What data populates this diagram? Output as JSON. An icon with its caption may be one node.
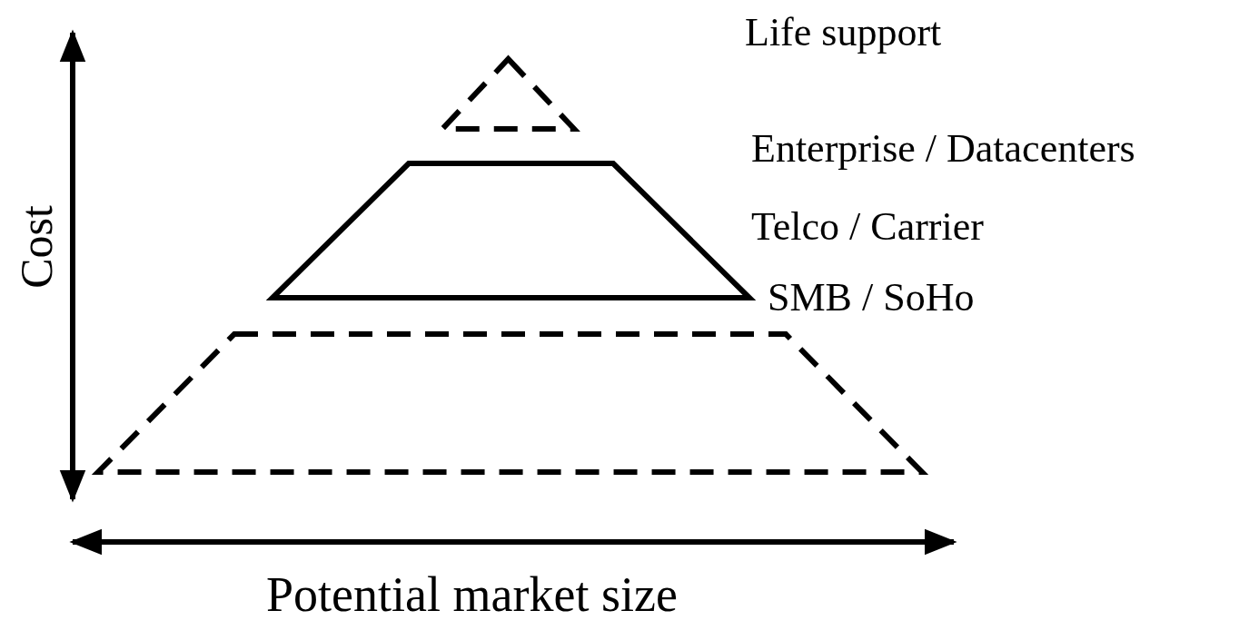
{
  "diagram": {
    "nodes": [
      {
        "text": [],
        "shape": "triangle"
      },
      {
        "text": [],
        "shape": "trapezoid"
      },
      {
        "text": [],
        "shape": "trapezoid"
      }
    ],
    "labels": [
      "Life support",
      "Enterprise / Datacenters",
      "Telco / Carrier",
      "SMB / SoHo",
      "Cost",
      "Potential market size"
    ]
  }
}
